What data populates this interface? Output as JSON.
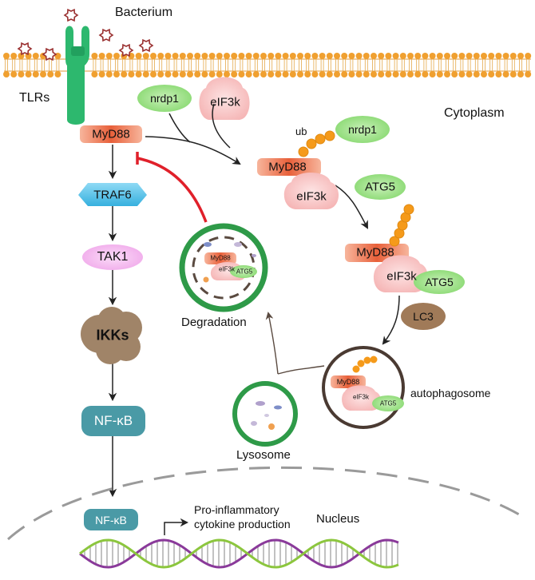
{
  "labels": {
    "bacterium": "Bacterium",
    "tlrs": "TLRs",
    "cytoplasm": "Cytoplasm",
    "nucleus": "Nucleus",
    "myd88": "MyD88",
    "traf6": "TRAF6",
    "tak1": "TAK1",
    "ikks": "IKKs",
    "nfkb": "NF-κB",
    "nrdp1": "nrdp1",
    "eif3k": "eIF3k",
    "ub": "ub",
    "atg5": "ATG5",
    "lc3": "LC3",
    "degradation": "Degradation",
    "lysosome": "Lysosome",
    "autophagosome": "autophagosome",
    "pro_inflammatory": "Pro-inflammatory",
    "cytokine_production": "cytokine production"
  },
  "colors": {
    "membrane_head": "#f0a030",
    "receptor": "#2db86e",
    "myd88": "#e8603a",
    "traf6": "#4fc3e8",
    "tak1": "#f5b8f0",
    "ikks": "#a08468",
    "nfkb": "#4a9aa6",
    "nrdp1": "#9be08a",
    "eif3k": "#f9c9c9",
    "atg5": "#8ee07a",
    "lc3": "#a07a58",
    "ubiquitin": "#f59a1a",
    "inhibit_line": "#e0202a",
    "vesicle_ring": "#2e9a48",
    "autophagosome_ring": "#4a3a32",
    "dna_strand_a": "#8a3a9a",
    "dna_strand_b": "#8cc63e"
  }
}
